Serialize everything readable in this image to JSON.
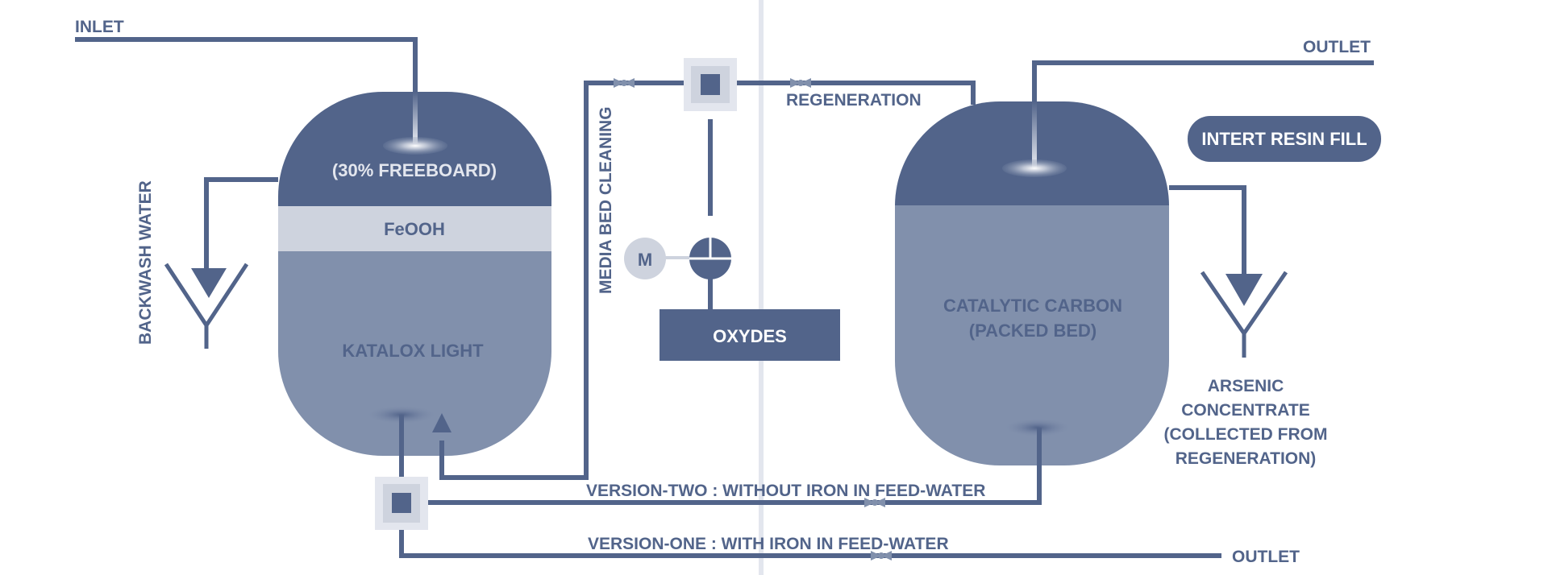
{
  "labels": {
    "inlet": "INLET",
    "outlet_top": "OUTLET",
    "outlet_bottom": "OUTLET",
    "freeboard": "(30% FREEBOARD)",
    "feooh": "FeOOH",
    "katalox": "KATALOX LIGHT",
    "backwash": "BACKWASH WATER",
    "media_bed": "MEDIA BED CLEANING",
    "regeneration": "REGENERATION",
    "motor": "M",
    "oxydes": "OXYDES",
    "catalytic_line1": "CATALYTIC CARBON",
    "catalytic_line2": "(PACKED BED)",
    "resin": "INTERT RESIN FILL",
    "arsenic_line1": "ARSENIC",
    "arsenic_line2": "CONCENTRATE",
    "arsenic_line3": "(COLLECTED FROM",
    "arsenic_line4": "REGENERATION)",
    "version_two": "VERSION-TWO : WITHOUT IRON IN FEED-WATER",
    "version_one": "VERSION-ONE : WITH IRON IN FEED-WATER"
  },
  "colors": {
    "dark": "#52648a",
    "mid": "#8190ac",
    "light": "#ced3de",
    "divider": "#e3e6ee",
    "white": "#ffffff"
  }
}
